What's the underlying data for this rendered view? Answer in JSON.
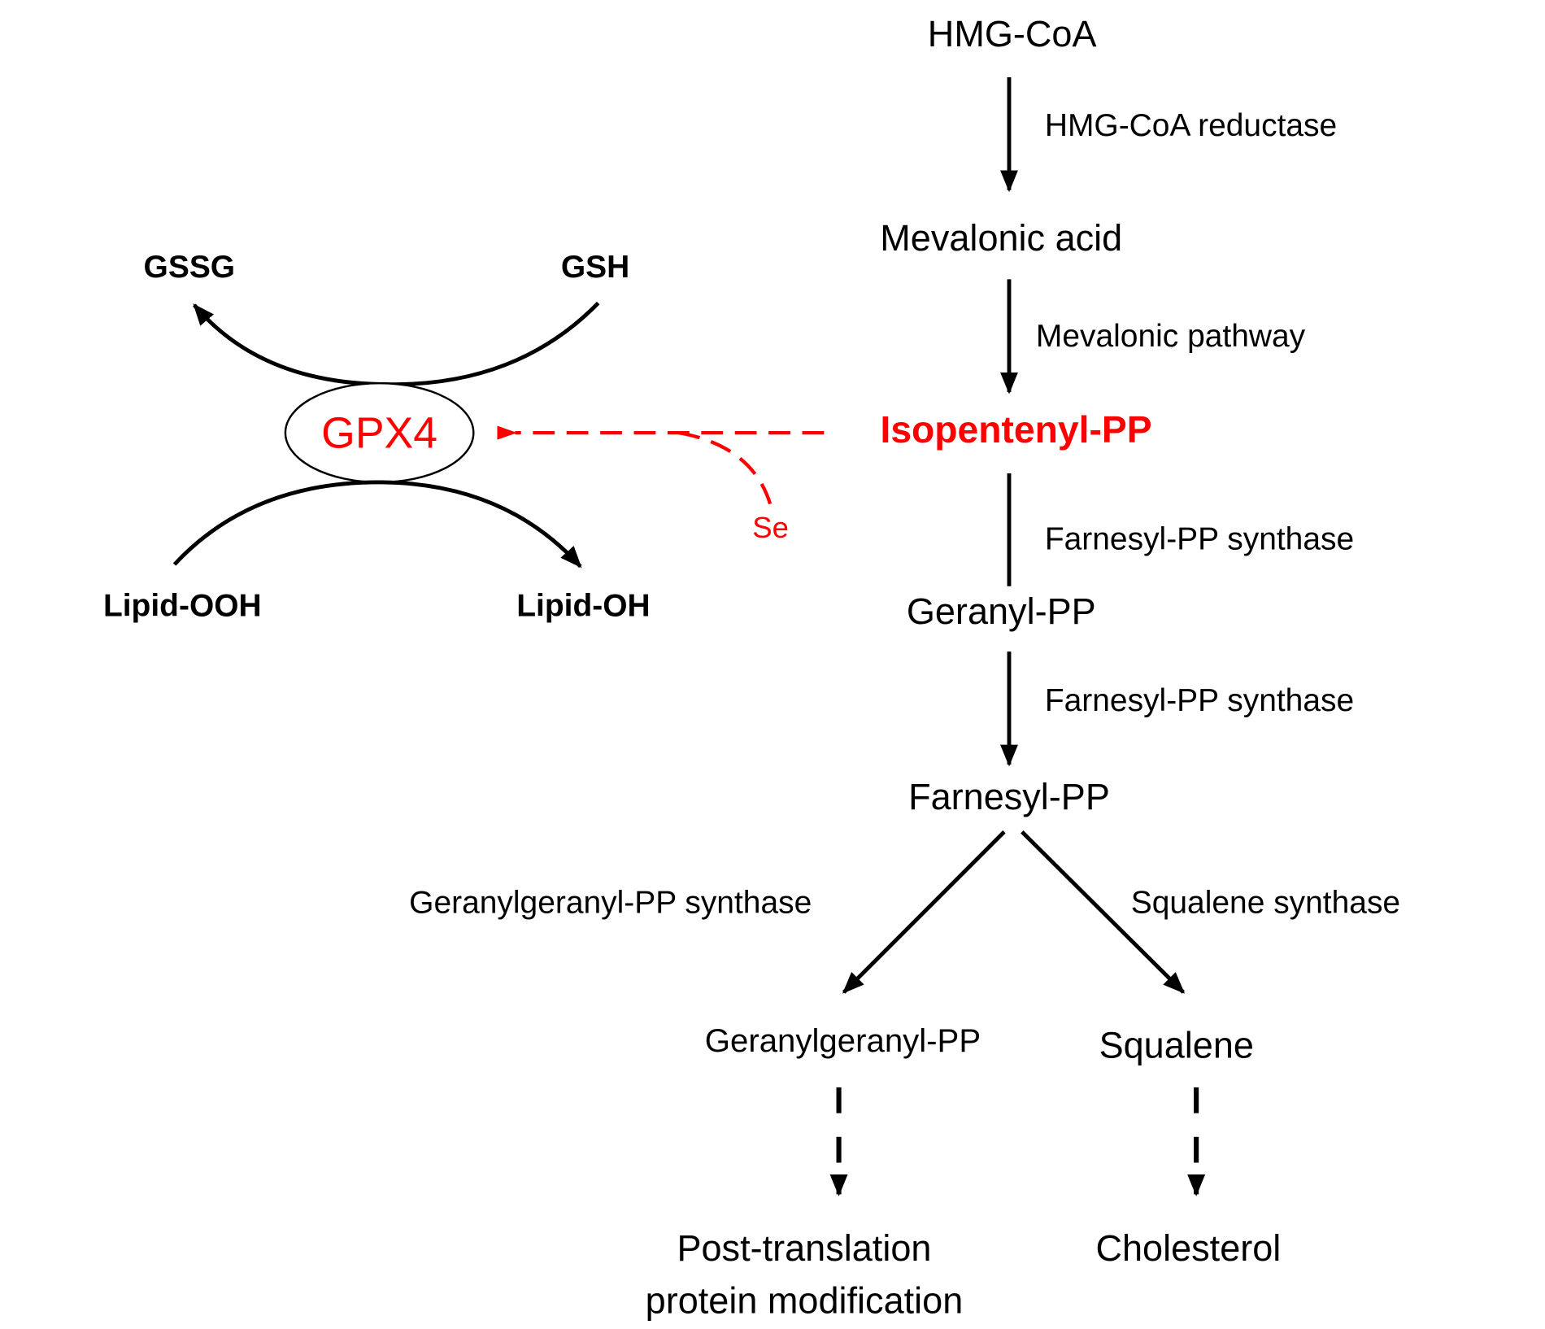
{
  "figure": {
    "title": "Mevalonate pathway and GPX4 / selenium link",
    "colors": {
      "main": "#000000",
      "highlight": "#ff0000",
      "background": "#ffffff"
    }
  },
  "pathway": {
    "metabolites": {
      "hmg_coa": "HMG-CoA",
      "mevalonic_acid": "Mevalonic acid",
      "isopentenyl_pp": "Isopentenyl-PP",
      "geranyl_pp": "Geranyl-PP",
      "farnesyl_pp": "Farnesyl-PP",
      "geranylgeranyl_pp": "Geranylgeranyl-PP",
      "squalene": "Squalene",
      "post_translation_line1": "Post-translation",
      "post_translation_line2": "protein modification",
      "cholesterol": "Cholesterol"
    },
    "enzymes": {
      "hmg_coa_reductase": "HMG-CoA reductase",
      "mevalonic_pathway": "Mevalonic pathway",
      "farnesyl_pp_synthase_1": "Farnesyl-PP synthase",
      "farnesyl_pp_synthase_2": "Farnesyl-PP synthase",
      "geranylgeranyl_pp_synthase": "Geranylgeranyl-PP synthase",
      "squalene_synthase": "Squalene synthase"
    }
  },
  "gpx4_cycle": {
    "enzyme": "GPX4",
    "gssg": "GSSG",
    "gsh": "GSH",
    "lipid_ooh": "Lipid-OOH",
    "lipid_oh": "Lipid-OH",
    "selenium": "Se"
  }
}
